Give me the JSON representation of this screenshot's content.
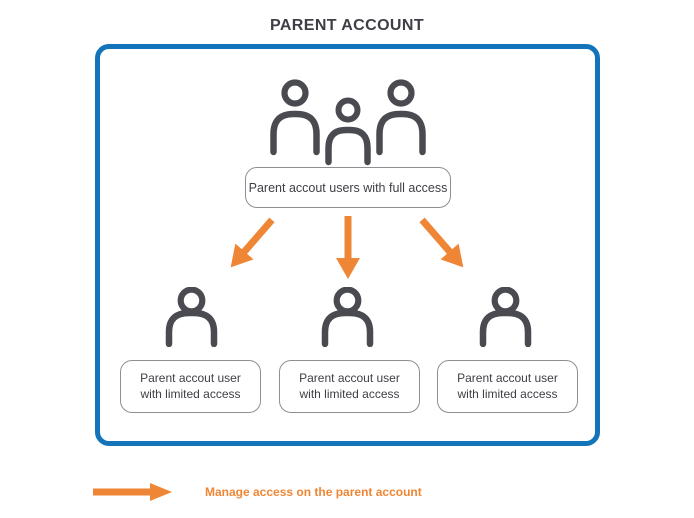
{
  "title": "PARENT ACCOUNT",
  "colors": {
    "frame-blue": "#1374BA",
    "arrow-orange": "#EF8635",
    "icon-gray": "#4A4A51",
    "box-border-gray": "#8E8E95",
    "text-dark": "#3E3E46"
  },
  "diagram": {
    "full_access_label": "Parent accout users with full access",
    "limited_nodes": [
      {
        "line1": "Parent accout user",
        "line2": "with limited access"
      },
      {
        "line1": "Parent accout user",
        "line2": "with limited access"
      },
      {
        "line1": "Parent accout user",
        "line2": "with limited access"
      }
    ]
  },
  "icons": {
    "group_users": "group-users-icon",
    "single_user": "user-icon",
    "flow_arrows": [
      "arrow-down-left-icon",
      "arrow-down-icon",
      "arrow-down-right-icon"
    ],
    "legend_arrow": "right-arrow-icon"
  },
  "legend": {
    "label": "Manage access on the parent account"
  }
}
